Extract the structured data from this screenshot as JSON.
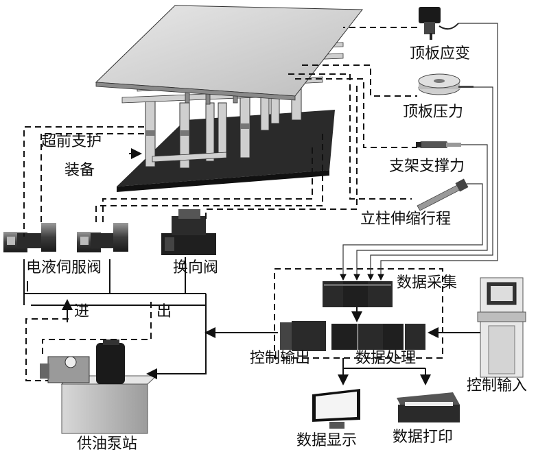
{
  "structure": {
    "label_line1": "超前支护",
    "label_line2": "装备"
  },
  "sensors": [
    {
      "id": "strain",
      "label": "顶板应变"
    },
    {
      "id": "pressure",
      "label": "顶板压力"
    },
    {
      "id": "support_force",
      "label": "支架支撑力"
    },
    {
      "id": "stroke",
      "label": "立柱伸缩行程"
    }
  ],
  "valves": {
    "servo_label": "电液伺服阀",
    "reversing_label": "换向阀"
  },
  "hydraulics": {
    "inlet_label": "进",
    "outlet_label": "出",
    "pump_label": "供油泵站"
  },
  "control": {
    "acquisition_label": "数据采集",
    "output_label": "控制输出",
    "processing_label": "数据处理",
    "input_label": "控制输入"
  },
  "outputs": {
    "display_label": "数据显示",
    "print_label": "数据打印"
  }
}
